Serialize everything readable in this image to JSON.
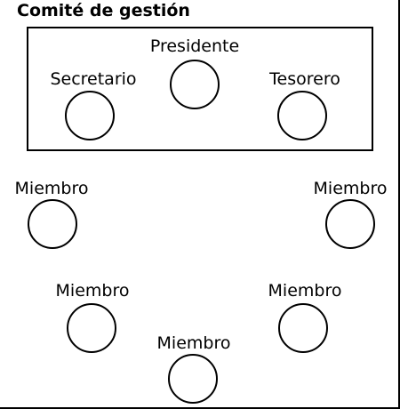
{
  "title": "Comité de gestión",
  "committee": {
    "president": "Presidente",
    "secretary": "Secretario",
    "treasurer": "Tesorero"
  },
  "members": [
    "Miembro",
    "Miembro",
    "Miembro",
    "Miembro",
    "Miembro"
  ],
  "colors": {
    "line": "#000000",
    "background": "#ffffff"
  }
}
